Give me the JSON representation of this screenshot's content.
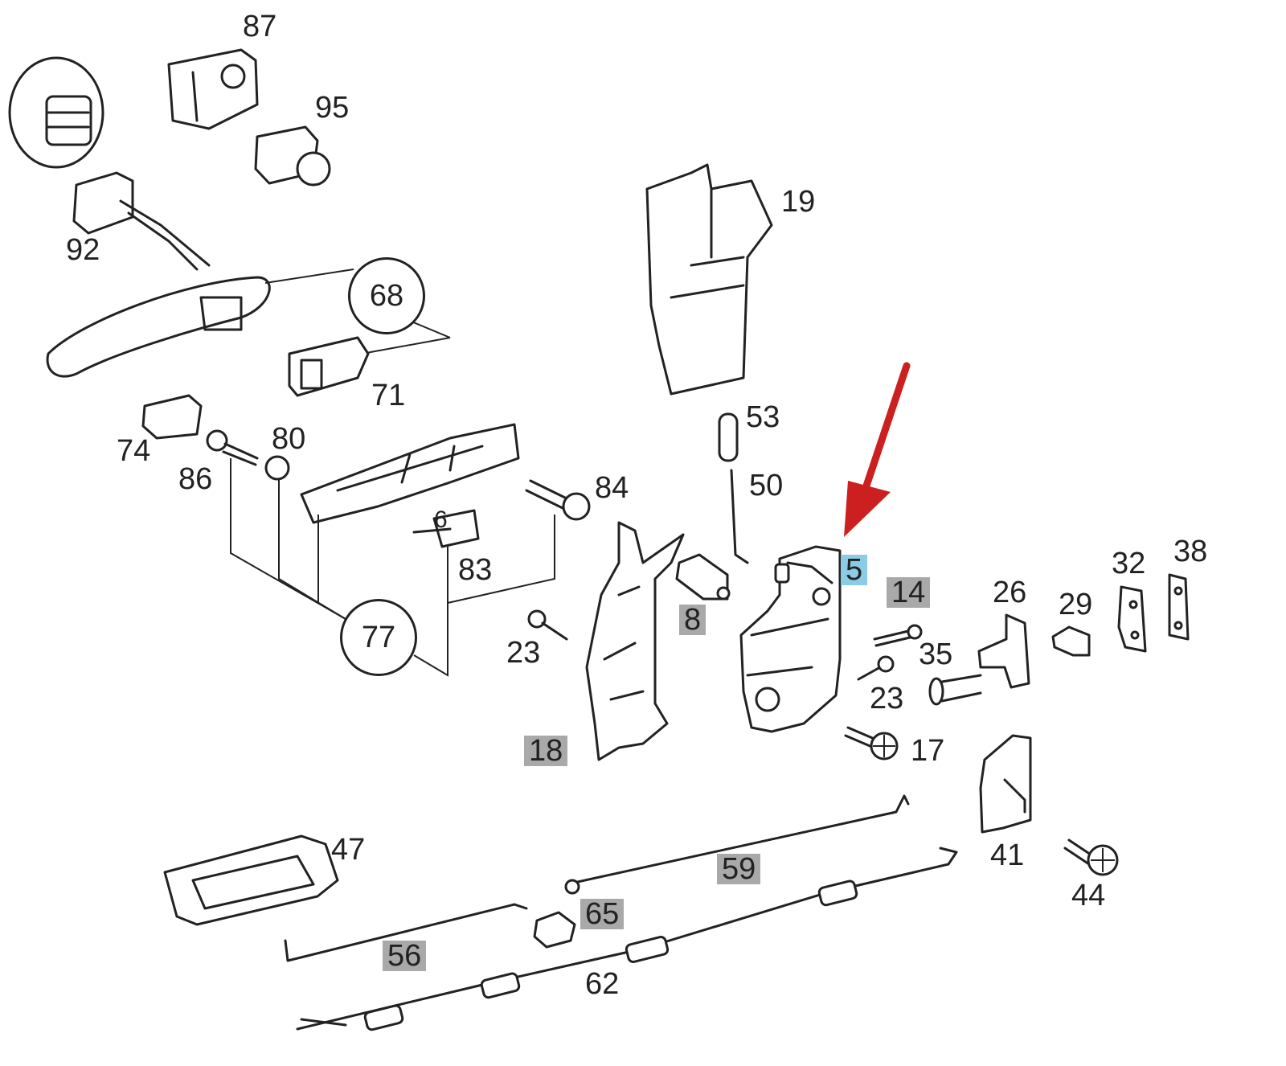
{
  "labels": {
    "p87": "87",
    "p95": "95",
    "p92": "92",
    "p68": "68",
    "p71": "71",
    "p74": "74",
    "p80": "80",
    "p86": "86",
    "p84": "84",
    "p83": "83",
    "p77": "77",
    "p6": "6",
    "p19": "19",
    "p53": "53",
    "p50": "50",
    "p5": "5",
    "p14": "14",
    "p8": "8",
    "p23a": "23",
    "p23b": "23",
    "p18": "18",
    "p26": "26",
    "p29": "29",
    "p32": "32",
    "p38": "38",
    "p35": "35",
    "p17": "17",
    "p41": "41",
    "p44": "44",
    "p47": "47",
    "p59": "59",
    "p65": "65",
    "p56": "56",
    "p62": "62"
  },
  "colors": {
    "highlight_grey": "#a9a9a9",
    "highlight_blue": "#8ccbe6",
    "arrow": "#cc1f1f",
    "line": "#222222"
  },
  "highlighted_parts": [
    "5",
    "14",
    "8",
    "18",
    "59",
    "65",
    "56"
  ],
  "selected_part": "5"
}
